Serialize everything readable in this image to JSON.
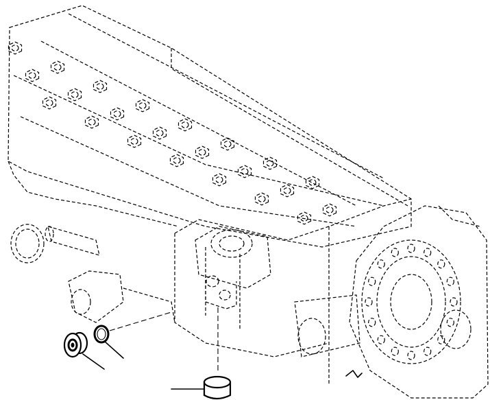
{
  "diagram": {
    "parts": [
      {
        "name": "plug-with-washer"
      },
      {
        "name": "o-ring"
      },
      {
        "name": "cup-plug"
      }
    ],
    "line_color": "#000000",
    "background_color": "#ffffff"
  }
}
